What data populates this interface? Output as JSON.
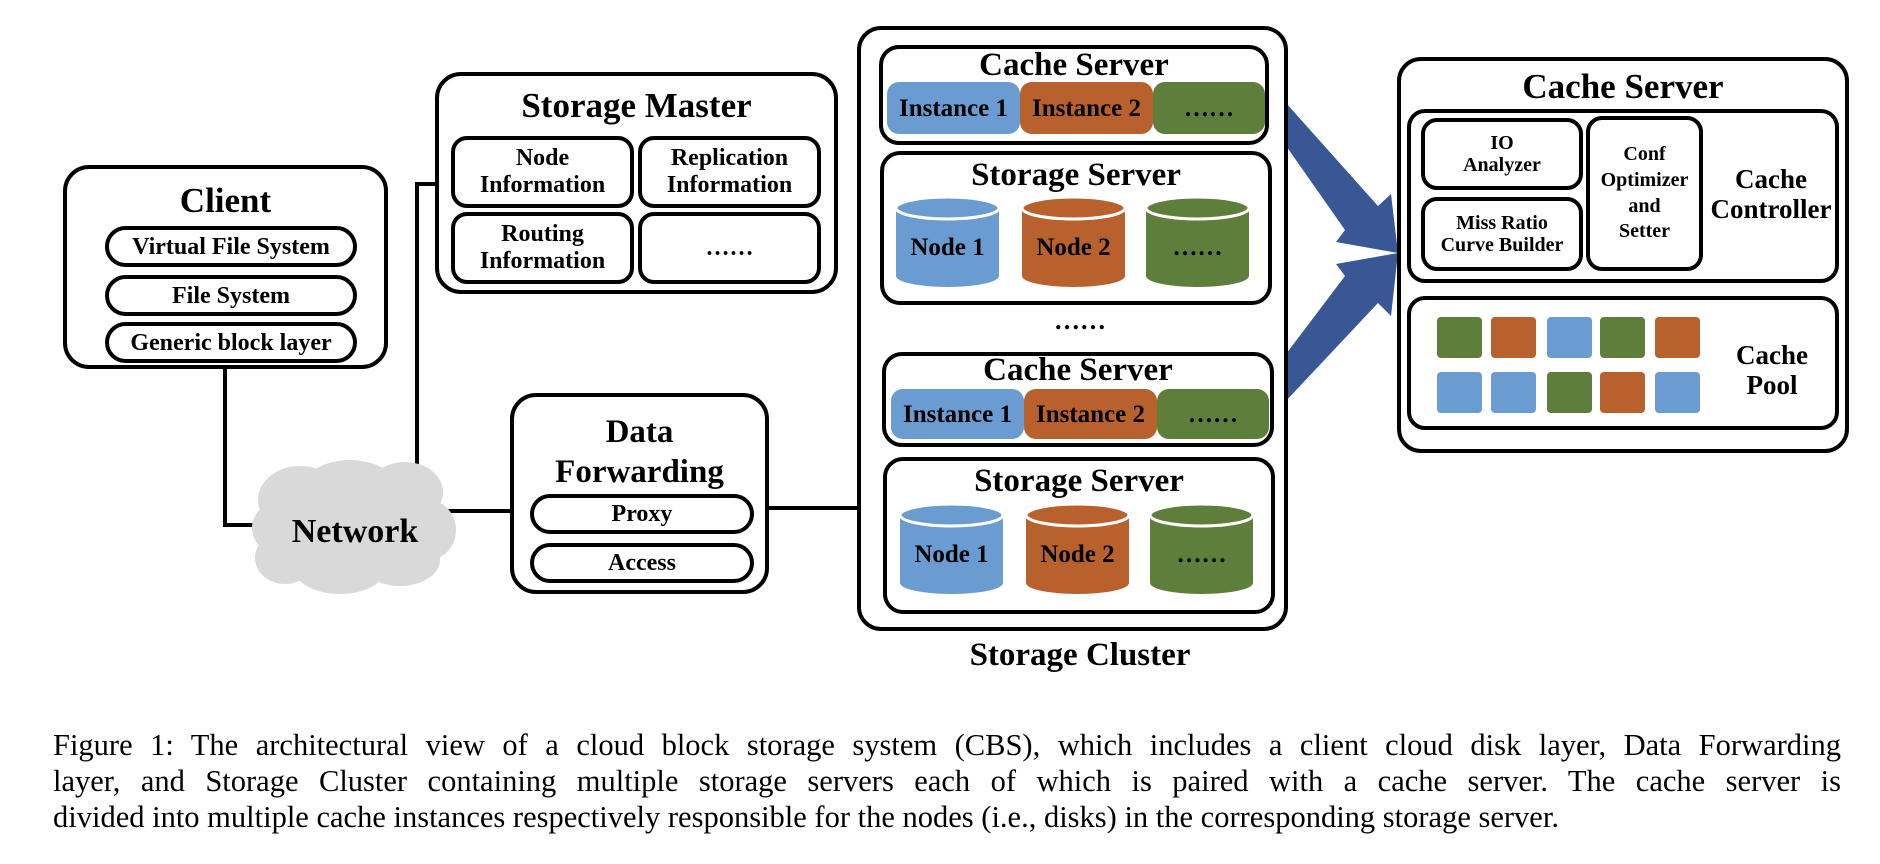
{
  "figure": {
    "client": {
      "title": "Client",
      "layers": [
        "Virtual File System",
        "File System",
        "Generic block layer"
      ]
    },
    "network": {
      "label": "Network"
    },
    "storage_master": {
      "title": "Storage Master",
      "cells": [
        "Node\nInformation",
        "Replication\nInformation",
        "Routing\nInformation",
        "……"
      ]
    },
    "data_forwarding": {
      "title": "Data\nForwarding",
      "items": [
        "Proxy",
        "Access"
      ]
    },
    "storage_cluster": {
      "label": "Storage Cluster",
      "between_ellipsis": "……",
      "groups": [
        {
          "cache_server": {
            "title": "Cache Server",
            "instances": [
              "Instance 1",
              "Instance 2",
              "……"
            ]
          },
          "storage_server": {
            "title": "Storage Server",
            "nodes": [
              "Node 1",
              "Node 2",
              "……"
            ]
          }
        },
        {
          "cache_server": {
            "title": "Cache Server",
            "instances": [
              "Instance 1",
              "Instance 2",
              "……"
            ]
          },
          "storage_server": {
            "title": "Storage Server",
            "nodes": [
              "Node 1",
              "Node 2",
              "……"
            ]
          }
        }
      ]
    },
    "cache_server_detail": {
      "title": "Cache Server",
      "controller": {
        "label": "Cache\nController",
        "io_analyzer": "IO\nAnalyzer",
        "mrc_builder": "Miss Ratio\nCurve Builder",
        "conf_optimizer": "Conf\nOptimizer\nand\nSetter"
      },
      "pool": {
        "label": "Cache\nPool",
        "blocks": [
          [
            "green",
            "orange",
            "blue",
            "green",
            "orange"
          ],
          [
            "blue",
            "blue",
            "green",
            "orange",
            "blue"
          ]
        ]
      }
    },
    "colors": {
      "blue": "#6a9bd1",
      "orange": "#b8612c",
      "green": "#5e7f3c",
      "arrow": "#3a5795",
      "cloud": "#d9d9d9"
    }
  },
  "caption": {
    "lines": [
      "Figure 1: The architectural view of a cloud block storage system (CBS), which includes a client cloud disk layer, Data Forwarding",
      "layer, and Storage Cluster containing multiple storage servers each of which is paired with a cache server. The cache server is",
      "divided into multiple cache instances respectively responsible for the nodes (i.e., disks) in the corresponding storage server."
    ]
  }
}
